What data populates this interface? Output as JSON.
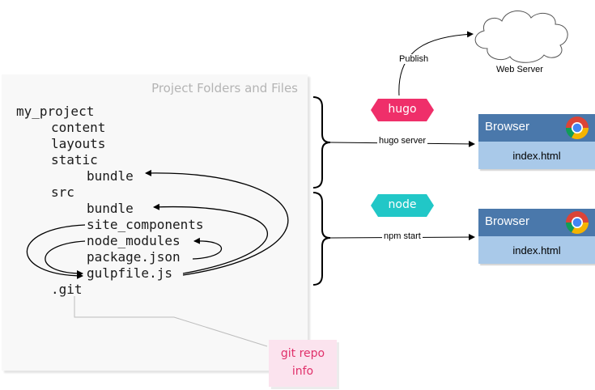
{
  "panel": {
    "title": "Project Folders and Files",
    "tree": [
      {
        "label": "my_project",
        "name": "tree-my-project"
      },
      {
        "label": "content",
        "name": "tree-content"
      },
      {
        "label": "layouts",
        "name": "tree-layouts"
      },
      {
        "label": "static",
        "name": "tree-static"
      },
      {
        "label": "bundle",
        "name": "tree-static-bundle"
      },
      {
        "label": "src",
        "name": "tree-src"
      },
      {
        "label": "bundle",
        "name": "tree-src-bundle"
      },
      {
        "label": "site_components",
        "name": "tree-site-components"
      },
      {
        "label": "node_modules",
        "name": "tree-node-modules"
      },
      {
        "label": "package.json",
        "name": "tree-package-json"
      },
      {
        "label": "gulpfile.js",
        "name": "tree-gulpfile"
      },
      {
        "label": ".git",
        "name": "tree-git"
      }
    ]
  },
  "hugo": {
    "label": "hugo",
    "color": "#ef2f6a",
    "command": "hugo server"
  },
  "node": {
    "label": "node",
    "color": "#21c7c7",
    "command": "npm start"
  },
  "publish": {
    "label": "Publish",
    "target": "Web Server"
  },
  "browser1": {
    "title": "Browser",
    "file": "index.html",
    "icon": "chrome-icon"
  },
  "browser2": {
    "title": "Browser",
    "file": "index.html",
    "icon": "chrome-icon"
  },
  "note": {
    "line1": "git repo",
    "line2": "info",
    "color": "#e0306a"
  }
}
